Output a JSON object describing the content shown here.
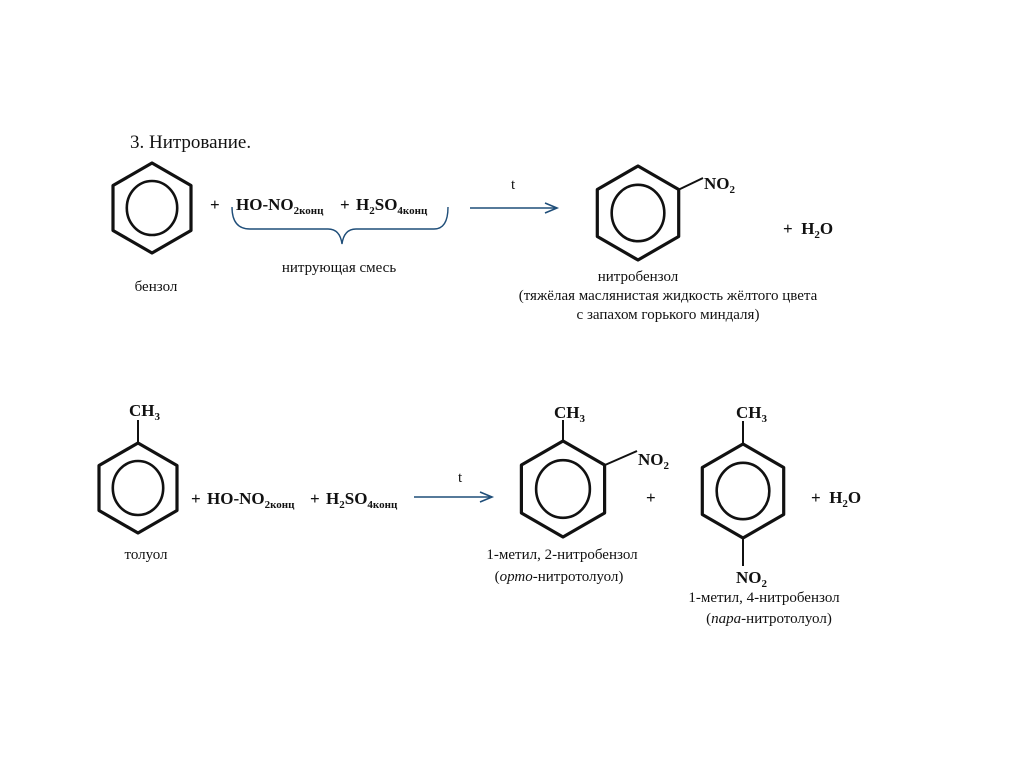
{
  "title": "3.  Нитрование.",
  "reaction1": {
    "plus1": "+",
    "reagent_a": "HO-NO",
    "reagent_a_sub": "2конц",
    "plus2": "+",
    "reagent_b_h": "H",
    "reagent_b_h_sub": "2",
    "reagent_b_so": "SO",
    "reagent_b_so_sub": "4конц",
    "mixture_label": "нитрующая смесь",
    "condition": "t",
    "reactant_name": "бензол",
    "product_substituent": "NO",
    "product_substituent_sub": "2",
    "byproduct_plus": "+",
    "byproduct_h": "H",
    "byproduct_h_sub": "2",
    "byproduct_o": "O",
    "product_name": "нитробензол",
    "product_desc_line1": "(тяжёлая маслянистая жидкость жёлтого цвета",
    "product_desc_line2": "с запахом горького миндаля)"
  },
  "reaction2": {
    "reactant_group": "CH",
    "reactant_group_sub": "3",
    "plus1": "+",
    "reagent_a": "HO-NO",
    "reagent_a_sub": "2конц",
    "plus2": "+",
    "reagent_b_h": "H",
    "reagent_b_h_sub": "2",
    "reagent_b_so": "SO",
    "reagent_b_so_sub": "4конц",
    "condition": "t",
    "reactant_name": "толуол",
    "ortho_group": "CH",
    "ortho_group_sub": "3",
    "ortho_no": "NO",
    "ortho_no_sub": "2",
    "ortho_name": "1-метил, 2-нитробензол",
    "ortho_alt_open": "(",
    "ortho_alt_italic": "орто",
    "ortho_alt_rest": "-нитротолуол)",
    "plus_between": "+",
    "para_group": "CH",
    "para_group_sub": "3",
    "para_no": "NO",
    "para_no_sub": "2",
    "para_name": "1-метил, 4-нитробензол",
    "para_alt_open": "(",
    "para_alt_italic": "пара",
    "para_alt_rest": "-нитротолуол)",
    "byproduct_plus": "+",
    "byproduct_h": "H",
    "byproduct_h_sub": "2",
    "byproduct_o": "O"
  }
}
